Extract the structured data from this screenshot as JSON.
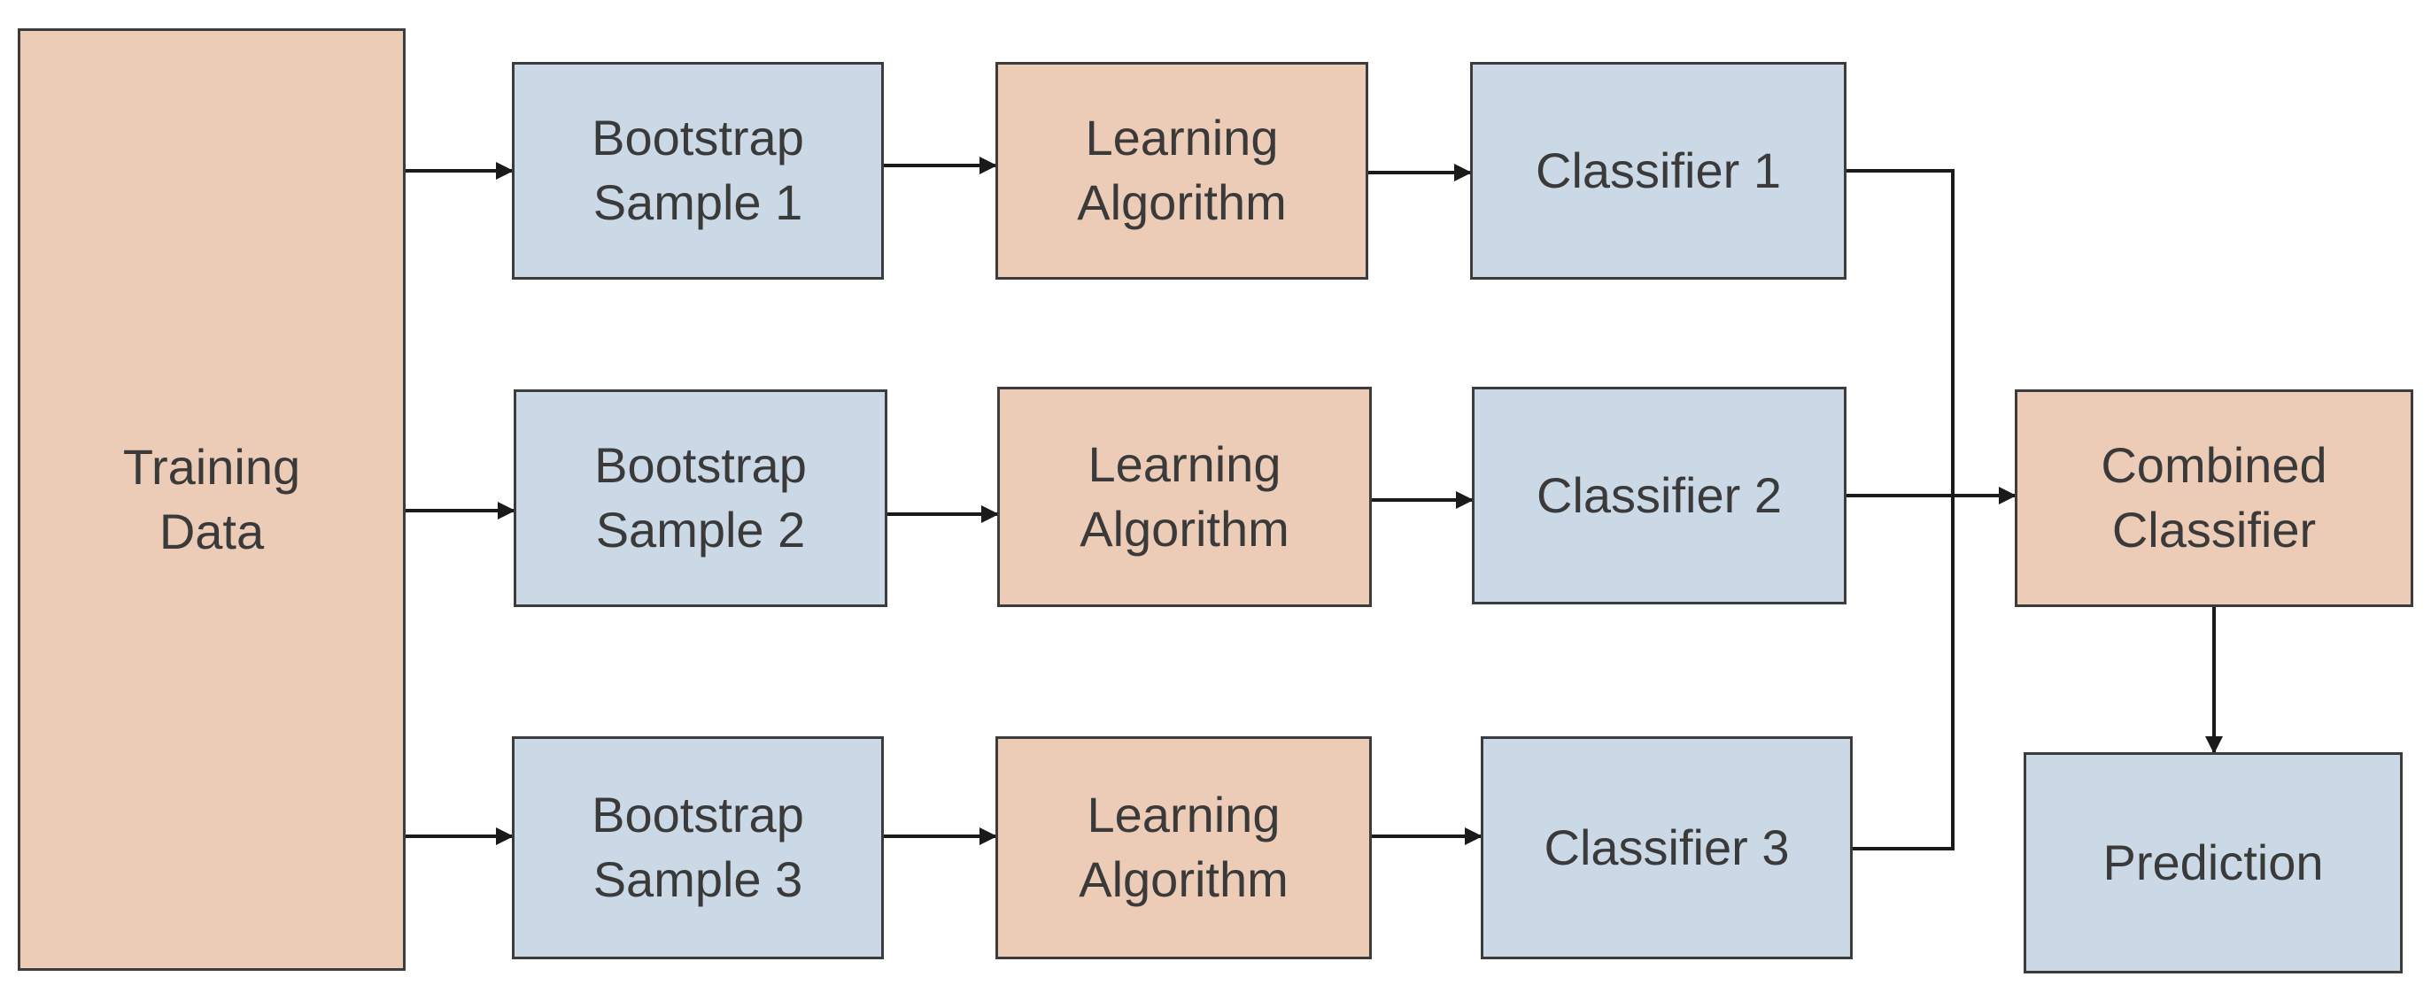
{
  "colors": {
    "tan": "#ecccb6",
    "blue": "#cad9e5",
    "line": "#1a1a1a",
    "border": "#3c3c3c",
    "text": "#3a3a3a"
  },
  "nodes": {
    "training_data": "Training\nData",
    "bootstrap_1": "Bootstrap\nSample 1",
    "bootstrap_2": "Bootstrap\nSample 2",
    "bootstrap_3": "Bootstrap\nSample 3",
    "learning_1": "Learning\nAlgorithm",
    "learning_2": "Learning\nAlgorithm",
    "learning_3": "Learning\nAlgorithm",
    "classifier_1": "Classifier 1",
    "classifier_2": "Classifier 2",
    "classifier_3": "Classifier 3",
    "combined": "Combined\nClassifier",
    "prediction": "Prediction"
  }
}
